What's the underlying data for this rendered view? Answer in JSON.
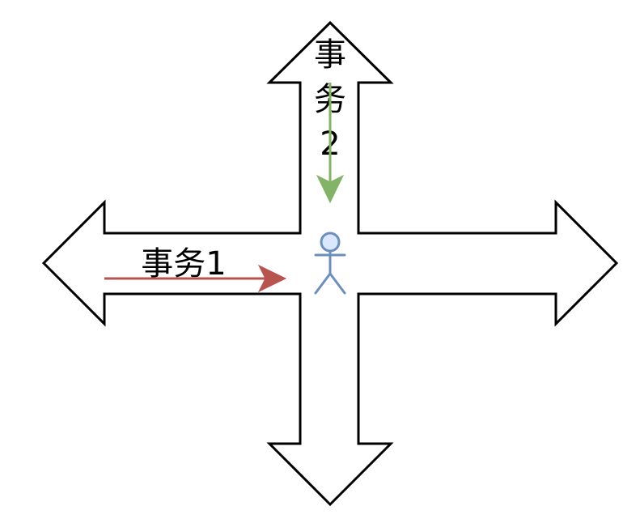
{
  "diagram": {
    "label_tx1": "事务1",
    "label_tx2_line1": "事",
    "label_tx2_line2": "务",
    "label_tx2_line3": "2"
  },
  "colors": {
    "cross_stroke": "#000000",
    "cross_fill": "#ffffff",
    "arrow_tx1": "#b85450",
    "arrow_tx2": "#82b366",
    "person_stroke": "#6c8ebf",
    "person_fill": "#dae8fc"
  }
}
